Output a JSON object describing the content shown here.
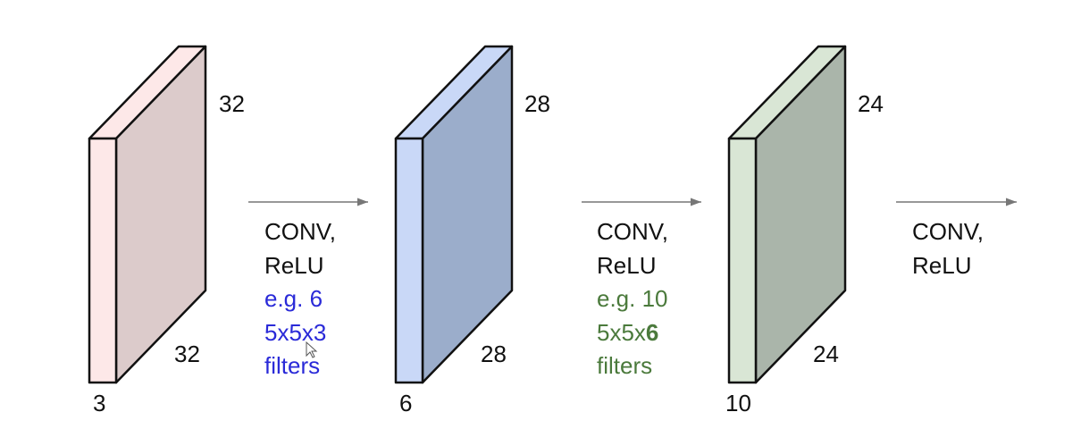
{
  "volumes": [
    {
      "height": "32",
      "width": "32",
      "depth": "3",
      "front_color": "#fde8e8",
      "side_color": "#dccbcb"
    },
    {
      "height": "28",
      "width": "28",
      "depth": "6",
      "front_color": "#c9d8f7",
      "side_color": "#9badcb"
    },
    {
      "height": "24",
      "width": "24",
      "depth": "10",
      "front_color": "#d9e6d5",
      "side_color": "#aab5aa"
    }
  ],
  "layers": [
    {
      "op1": "CONV,",
      "op2": "ReLU",
      "ex1": "e.g. 6",
      "ex2_prefix": "5x5x",
      "ex2_bold": "3",
      "ex3": "filters",
      "color": "#2a2ad8"
    },
    {
      "op1": "CONV,",
      "op2": "ReLU",
      "ex1": "e.g. 10",
      "ex2_prefix": "5x5x",
      "ex2_bold": "6",
      "ex3": "filters",
      "color": "#4b7a3c"
    },
    {
      "op1": "CONV,",
      "op2": "ReLU"
    }
  ]
}
